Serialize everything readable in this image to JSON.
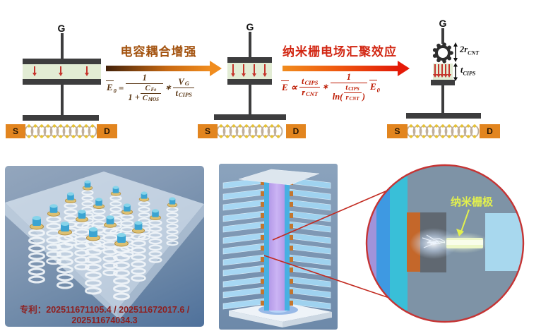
{
  "figure": {
    "devices": [
      {
        "gate": "G",
        "source": "S",
        "drain": "D"
      },
      {
        "gate": "G",
        "source": "S",
        "drain": "D"
      },
      {
        "gate": "G",
        "source": "S",
        "drain": "D"
      }
    ],
    "dims": {
      "cnt_coef": "2",
      "cnt_sym": "r",
      "cnt_sub": "CNT",
      "cips_sym": "t",
      "cips_sub": "CIPS"
    },
    "step1": {
      "title": "电容耦合增强",
      "eq": {
        "E": "E",
        "E_sub": "0",
        "rel": "=",
        "one": "1",
        "plus": "1 +",
        "Cfe": "C",
        "Cfe_sub": "Fe",
        "Cmos": "C",
        "Cmos_sub": "MOS",
        "mul": "∗",
        "Vg": "V",
        "Vg_sub": "G",
        "t": "t",
        "t_sub": "CIPS"
      }
    },
    "step2": {
      "title": "纳米栅电场汇聚效应",
      "eq": {
        "E": "E",
        "rel": "∝",
        "t1": "t",
        "t1_sub": "CIPS",
        "r1": "r",
        "r1_sub": "CNT",
        "mul": "∗",
        "one": "1",
        "ln": "ln(",
        "t2": "t",
        "t2_sub": "CIPS",
        "r2": "r",
        "r2_sub": "CNT",
        "close": ")",
        "E0": "E",
        "E0_sub": "0"
      }
    },
    "renders": {
      "zoom_label": "纳米栅极"
    },
    "patent": {
      "line1": "专利：202511671105.4 / 202511672017.6 /",
      "line2": "202511674034.3"
    },
    "colors": {
      "step1_title": "#a3520e",
      "step2_title": "#d22612",
      "eq1": "#5a3715",
      "eq2": "#bd1a02",
      "patent": "#8e2020",
      "nano_gate_label": "#e2f04e",
      "arrow_orange": "#f08c1e",
      "arrow_red": "#e21c08",
      "electrode_dark": "#3d3d3e",
      "dielectric_green": "#e2ecd4",
      "contact_orange": "#e2851f"
    }
  }
}
